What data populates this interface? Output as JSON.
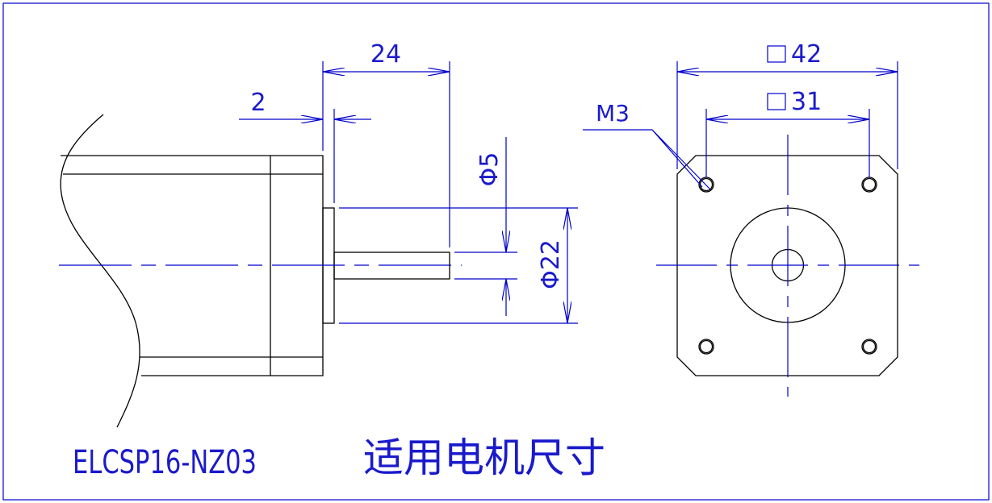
{
  "drawing": {
    "title": "适用电机尺寸",
    "model": "ELCSP16-NZ03",
    "colors": {
      "dimension": "#0000cc",
      "outline": "#000000",
      "text": "#1a1acc"
    }
  },
  "side_view": {
    "dim_shaft_length": "24",
    "dim_boss_height": "2",
    "dim_shaft_diameter": "Φ5",
    "dim_boss_diameter": "Φ22"
  },
  "front_view": {
    "dim_body_square": "42",
    "dim_hole_pitch": "31",
    "hole_label": "M3"
  }
}
